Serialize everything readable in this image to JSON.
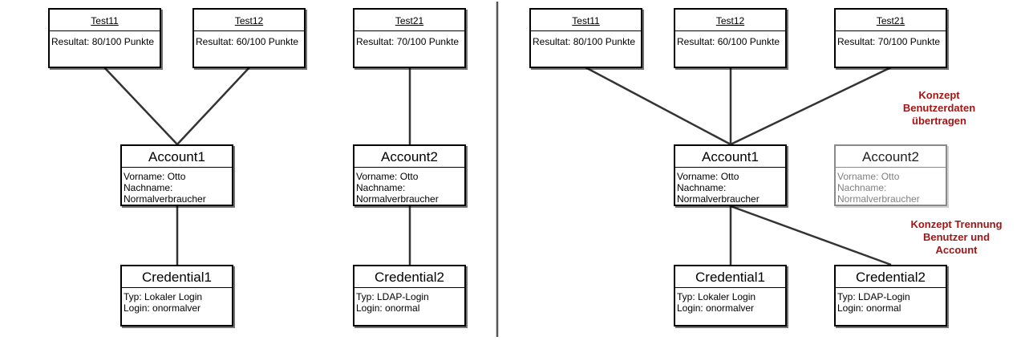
{
  "diagram": {
    "left": {
      "test11": {
        "title": "Test11",
        "lines": [
          "Resultat: 80/100 Punkte"
        ]
      },
      "test12": {
        "title": "Test12",
        "lines": [
          "Resultat: 60/100 Punkte"
        ]
      },
      "test21": {
        "title": "Test21",
        "lines": [
          "Resultat: 70/100 Punkte"
        ]
      },
      "account1": {
        "title": "Account1",
        "lines": [
          "Vorname: Otto",
          "Nachname:",
          "Normalverbraucher"
        ]
      },
      "account2": {
        "title": "Account2",
        "lines": [
          "Vorname: Otto",
          "Nachname:",
          "Normalverbraucher"
        ]
      },
      "credential1": {
        "title": "Credential1",
        "lines": [
          "Typ: Lokaler Login",
          "Login: onormalver"
        ]
      },
      "credential2": {
        "title": "Credential2",
        "lines": [
          "Typ: LDAP-Login",
          "Login: onormal"
        ]
      }
    },
    "right": {
      "test11": {
        "title": "Test11",
        "lines": [
          "Resultat: 80/100 Punkte"
        ]
      },
      "test12": {
        "title": "Test12",
        "lines": [
          "Resultat: 60/100 Punkte"
        ]
      },
      "test21": {
        "title": "Test21",
        "lines": [
          "Resultat: 70/100 Punkte"
        ]
      },
      "account1": {
        "title": "Account1",
        "lines": [
          "Vorname: Otto",
          "Nachname:",
          "Normalverbraucher"
        ]
      },
      "account2": {
        "title": "Account2",
        "lines": [
          "Vorname: Otto",
          "Nachname:",
          "Normalverbraucher"
        ],
        "muted": true
      },
      "credential1": {
        "title": "Credential1",
        "lines": [
          "Typ: Lokaler Login",
          "Login: onormalver"
        ]
      },
      "credential2": {
        "title": "Credential2",
        "lines": [
          "Typ: LDAP-Login",
          "Login: onormal"
        ]
      }
    },
    "notes": {
      "konzept_benutzerdaten": [
        "Konzept",
        "Benutzerdaten",
        "übertragen"
      ],
      "konzept_trennung": [
        "Konzept Trennung",
        "Benutzer und",
        "Account"
      ]
    },
    "colors": {
      "note": "#a31515",
      "line": "#333333",
      "divider": "#555555",
      "muted": "#808080"
    }
  }
}
